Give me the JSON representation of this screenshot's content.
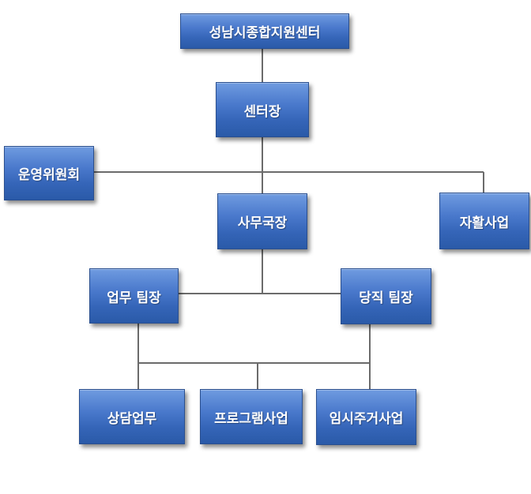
{
  "org": {
    "top": "성남시종합지원센터",
    "director": "센터장",
    "committee": "운영위원회",
    "secretary": "사무국장",
    "self_support": "자활사업",
    "work_team": "업무 팀장",
    "duty_team": "당직 팀장",
    "counseling": "상담업무",
    "program": "프로그램사업",
    "temp_housing": "임시주거사업"
  }
}
